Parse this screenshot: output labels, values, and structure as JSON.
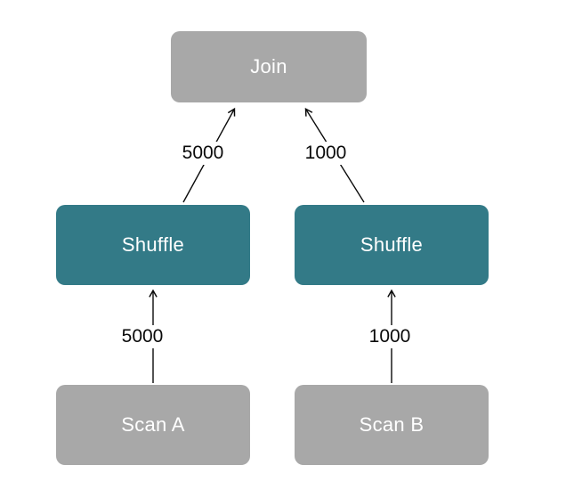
{
  "diagram": {
    "title": "",
    "nodes": {
      "join": {
        "label": "Join",
        "color": "#a8a8a8"
      },
      "shuffle_left": {
        "label": "Shuffle",
        "color": "#337a87"
      },
      "shuffle_right": {
        "label": "Shuffle",
        "color": "#337a87"
      },
      "scan_a": {
        "label": "Scan A",
        "color": "#a8a8a8"
      },
      "scan_b": {
        "label": "Scan B",
        "color": "#a8a8a8"
      }
    },
    "edges": {
      "shuffle_left_to_join": {
        "label": "5000",
        "from": "shuffle_left",
        "to": "join"
      },
      "shuffle_right_to_join": {
        "label": "1000",
        "from": "shuffle_right",
        "to": "join"
      },
      "scan_a_to_shuffle_left": {
        "label": "5000",
        "from": "scan_a",
        "to": "shuffle_left"
      },
      "scan_b_to_shuffle_right": {
        "label": "1000",
        "from": "scan_b",
        "to": "shuffle_right"
      }
    },
    "colors": {
      "node_gray": "#a8a8a8",
      "node_teal": "#337a87",
      "node_text": "#ffffff",
      "edge_line": "#0a0a0a",
      "edge_label_text": "#0a0a0a",
      "background": "#ffffff"
    }
  }
}
